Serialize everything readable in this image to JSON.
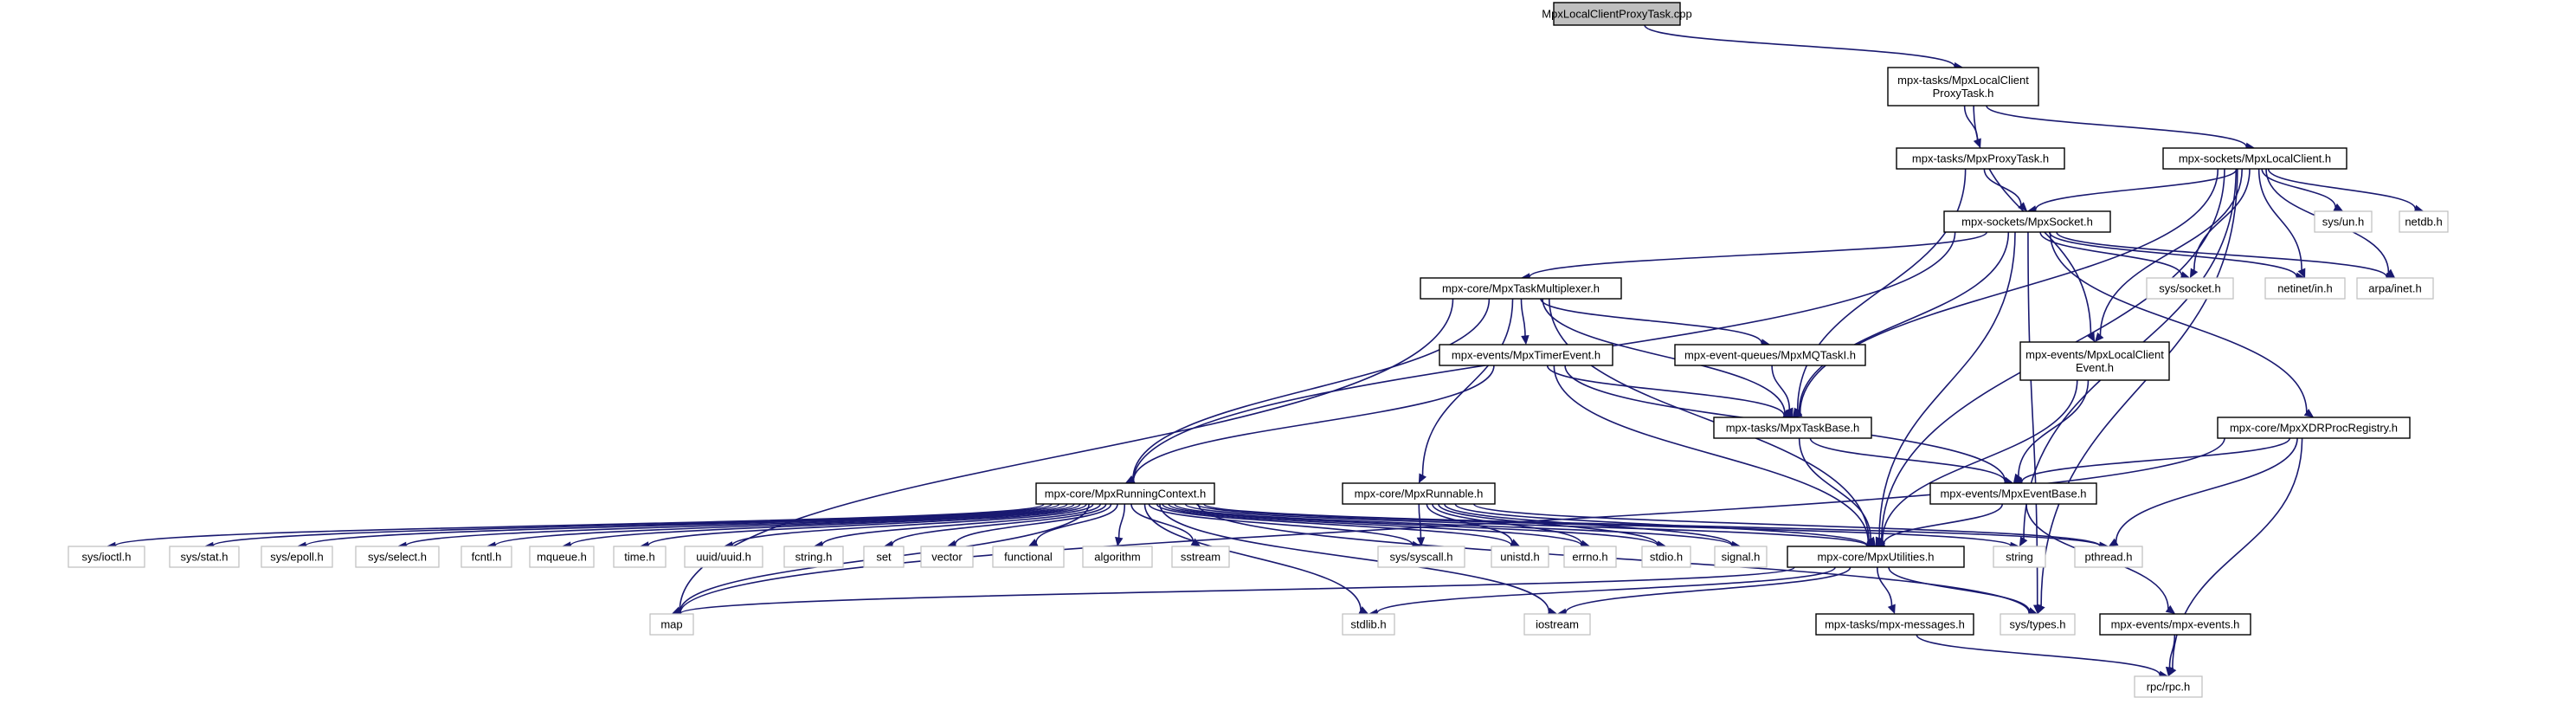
{
  "graph": {
    "title": "MpxLocalClientProxyTask.cpp",
    "nodes": [
      {
        "id": "root",
        "label": [
          "MpxLocalClientProxyTask.cpp"
        ],
        "kind": "root"
      },
      {
        "id": "lcpt",
        "label": [
          "mpx-tasks/MpxLocalClient",
          "ProxyTask.h"
        ],
        "kind": "header"
      },
      {
        "id": "proxy",
        "label": [
          "mpx-tasks/MpxProxyTask.h"
        ],
        "kind": "header"
      },
      {
        "id": "lclient",
        "label": [
          "mpx-sockets/MpxLocalClient.h"
        ],
        "kind": "header"
      },
      {
        "id": "sock",
        "label": [
          "mpx-sockets/MpxSocket.h"
        ],
        "kind": "header"
      },
      {
        "id": "sysun",
        "label": [
          "sys/un.h"
        ],
        "kind": "system"
      },
      {
        "id": "netdb",
        "label": [
          "netdb.h"
        ],
        "kind": "system"
      },
      {
        "id": "tmux",
        "label": [
          "mpx-core/MpxTaskMultiplexer.h"
        ],
        "kind": "header"
      },
      {
        "id": "syssock",
        "label": [
          "sys/socket.h"
        ],
        "kind": "system"
      },
      {
        "id": "netinet",
        "label": [
          "netinet/in.h"
        ],
        "kind": "system"
      },
      {
        "id": "arpa",
        "label": [
          "arpa/inet.h"
        ],
        "kind": "system"
      },
      {
        "id": "timer",
        "label": [
          "mpx-events/MpxTimerEvent.h"
        ],
        "kind": "header"
      },
      {
        "id": "mq",
        "label": [
          "mpx-event-queues/MpxMQTaskI.h"
        ],
        "kind": "header"
      },
      {
        "id": "lcev",
        "label": [
          "mpx-events/MpxLocalClient",
          "Event.h"
        ],
        "kind": "header"
      },
      {
        "id": "tbase",
        "label": [
          "mpx-tasks/MpxTaskBase.h"
        ],
        "kind": "header"
      },
      {
        "id": "xdr",
        "label": [
          "mpx-core/MpxXDRProcRegistry.h"
        ],
        "kind": "header"
      },
      {
        "id": "rctx",
        "label": [
          "mpx-core/MpxRunningContext.h"
        ],
        "kind": "header"
      },
      {
        "id": "runn",
        "label": [
          "mpx-core/MpxRunnable.h"
        ],
        "kind": "header"
      },
      {
        "id": "evbase",
        "label": [
          "mpx-events/MpxEventBase.h"
        ],
        "kind": "header"
      },
      {
        "id": "ioctl",
        "label": [
          "sys/ioctl.h"
        ],
        "kind": "system"
      },
      {
        "id": "stat",
        "label": [
          "sys/stat.h"
        ],
        "kind": "system"
      },
      {
        "id": "epoll",
        "label": [
          "sys/epoll.h"
        ],
        "kind": "system"
      },
      {
        "id": "select",
        "label": [
          "sys/select.h"
        ],
        "kind": "system"
      },
      {
        "id": "fcntl",
        "label": [
          "fcntl.h"
        ],
        "kind": "system"
      },
      {
        "id": "mqueue",
        "label": [
          "mqueue.h"
        ],
        "kind": "system"
      },
      {
        "id": "time",
        "label": [
          "time.h"
        ],
        "kind": "system"
      },
      {
        "id": "uuid",
        "label": [
          "uuid/uuid.h"
        ],
        "kind": "system"
      },
      {
        "id": "stringh",
        "label": [
          "string.h"
        ],
        "kind": "system"
      },
      {
        "id": "set",
        "label": [
          "set"
        ],
        "kind": "system"
      },
      {
        "id": "vector",
        "label": [
          "vector"
        ],
        "kind": "system"
      },
      {
        "id": "functional",
        "label": [
          "functional"
        ],
        "kind": "system"
      },
      {
        "id": "algorithm",
        "label": [
          "algorithm"
        ],
        "kind": "system"
      },
      {
        "id": "sstream",
        "label": [
          "sstream"
        ],
        "kind": "system"
      },
      {
        "id": "syscall",
        "label": [
          "sys/syscall.h"
        ],
        "kind": "system"
      },
      {
        "id": "unistd",
        "label": [
          "unistd.h"
        ],
        "kind": "system"
      },
      {
        "id": "errno",
        "label": [
          "errno.h"
        ],
        "kind": "system"
      },
      {
        "id": "stdio",
        "label": [
          "stdio.h"
        ],
        "kind": "system"
      },
      {
        "id": "signal",
        "label": [
          "signal.h"
        ],
        "kind": "system"
      },
      {
        "id": "util",
        "label": [
          "mpx-core/MpxUtilities.h"
        ],
        "kind": "header"
      },
      {
        "id": "string",
        "label": [
          "string"
        ],
        "kind": "system"
      },
      {
        "id": "pthread",
        "label": [
          "pthread.h"
        ],
        "kind": "system"
      },
      {
        "id": "map",
        "label": [
          "map"
        ],
        "kind": "system"
      },
      {
        "id": "stdlib",
        "label": [
          "stdlib.h"
        ],
        "kind": "system"
      },
      {
        "id": "iostream",
        "label": [
          "iostream"
        ],
        "kind": "system"
      },
      {
        "id": "messages",
        "label": [
          "mpx-tasks/mpx-messages.h"
        ],
        "kind": "header"
      },
      {
        "id": "systypes",
        "label": [
          "sys/types.h"
        ],
        "kind": "system"
      },
      {
        "id": "events",
        "label": [
          "mpx-events/mpx-events.h"
        ],
        "kind": "header"
      },
      {
        "id": "rpc",
        "label": [
          "rpc/rpc.h"
        ],
        "kind": "system"
      }
    ],
    "edges": [
      [
        "root",
        "lcpt"
      ],
      [
        "lcpt",
        "proxy"
      ],
      [
        "lcpt",
        "lclient"
      ],
      [
        "lcpt",
        "lcev"
      ],
      [
        "proxy",
        "sock"
      ],
      [
        "proxy",
        "tbase"
      ],
      [
        "lclient",
        "sock"
      ],
      [
        "lclient",
        "sysun"
      ],
      [
        "lclient",
        "netdb"
      ],
      [
        "lclient",
        "syssock"
      ],
      [
        "lclient",
        "netinet"
      ],
      [
        "lclient",
        "arpa"
      ],
      [
        "lclient",
        "lcev"
      ],
      [
        "lclient",
        "tbase"
      ],
      [
        "lclient",
        "util"
      ],
      [
        "lclient",
        "string"
      ],
      [
        "lclient",
        "systypes"
      ],
      [
        "sock",
        "tmux"
      ],
      [
        "sock",
        "syssock"
      ],
      [
        "sock",
        "netinet"
      ],
      [
        "sock",
        "arpa"
      ],
      [
        "sock",
        "tbase"
      ],
      [
        "sock",
        "xdr"
      ],
      [
        "sock",
        "rctx"
      ],
      [
        "sock",
        "util"
      ],
      [
        "sock",
        "systypes"
      ],
      [
        "tmux",
        "timer"
      ],
      [
        "tmux",
        "mq"
      ],
      [
        "tmux",
        "tbase"
      ],
      [
        "tmux",
        "rctx"
      ],
      [
        "tmux",
        "runn"
      ],
      [
        "tmux",
        "util"
      ],
      [
        "tmux",
        "map"
      ],
      [
        "timer",
        "tbase"
      ],
      [
        "timer",
        "evbase"
      ],
      [
        "timer",
        "rctx"
      ],
      [
        "timer",
        "util"
      ],
      [
        "mq",
        "tbase"
      ],
      [
        "lcev",
        "evbase"
      ],
      [
        "lcev",
        "util"
      ],
      [
        "tbase",
        "evbase"
      ],
      [
        "tbase",
        "util"
      ],
      [
        "xdr",
        "evbase"
      ],
      [
        "xdr",
        "pthread"
      ],
      [
        "xdr",
        "rpc"
      ],
      [
        "xdr",
        "map"
      ],
      [
        "evbase",
        "util"
      ],
      [
        "evbase",
        "events"
      ],
      [
        "rctx",
        "ioctl"
      ],
      [
        "rctx",
        "stat"
      ],
      [
        "rctx",
        "epoll"
      ],
      [
        "rctx",
        "select"
      ],
      [
        "rctx",
        "fcntl"
      ],
      [
        "rctx",
        "mqueue"
      ],
      [
        "rctx",
        "time"
      ],
      [
        "rctx",
        "uuid"
      ],
      [
        "rctx",
        "stringh"
      ],
      [
        "rctx",
        "set"
      ],
      [
        "rctx",
        "vector"
      ],
      [
        "rctx",
        "functional"
      ],
      [
        "rctx",
        "algorithm"
      ],
      [
        "rctx",
        "sstream"
      ],
      [
        "rctx",
        "syscall"
      ],
      [
        "rctx",
        "unistd"
      ],
      [
        "rctx",
        "errno"
      ],
      [
        "rctx",
        "stdio"
      ],
      [
        "rctx",
        "signal"
      ],
      [
        "rctx",
        "util"
      ],
      [
        "rctx",
        "string"
      ],
      [
        "rctx",
        "pthread"
      ],
      [
        "rctx",
        "map"
      ],
      [
        "rctx",
        "stdlib"
      ],
      [
        "rctx",
        "iostream"
      ],
      [
        "rctx",
        "systypes"
      ],
      [
        "runn",
        "syscall"
      ],
      [
        "runn",
        "unistd"
      ],
      [
        "runn",
        "errno"
      ],
      [
        "runn",
        "stdio"
      ],
      [
        "runn",
        "signal"
      ],
      [
        "runn",
        "util"
      ],
      [
        "runn",
        "pthread"
      ],
      [
        "util",
        "messages"
      ],
      [
        "util",
        "systypes"
      ],
      [
        "util",
        "map"
      ],
      [
        "util",
        "stdlib"
      ],
      [
        "util",
        "iostream"
      ],
      [
        "messages",
        "rpc"
      ],
      [
        "events",
        "rpc"
      ]
    ]
  }
}
